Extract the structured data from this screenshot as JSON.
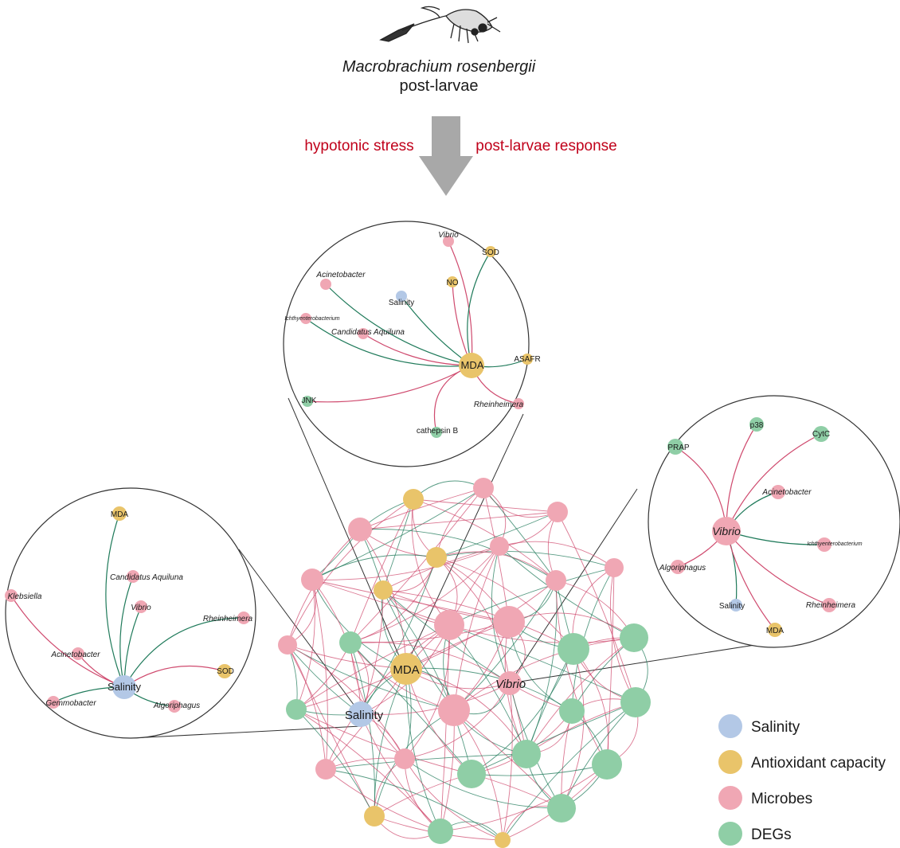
{
  "header": {
    "species": "Macrobrachium rosenbergii",
    "stage": "post-larvae",
    "stress_label": "hypotonic stress",
    "response_label": "post-larvae response",
    "label_color": "#c0001a",
    "arrow_color": "#a8a8a8"
  },
  "colors": {
    "salinity": "#b3c8e6",
    "antioxidant": "#e9c46a",
    "microbes": "#f0a7b4",
    "degs": "#8fcea6",
    "edge_positive": "#cf4a6e",
    "edge_negative": "#1f7a5a"
  },
  "legend": {
    "salinity": "Salinity",
    "antioxidant": "Antioxidant capacity",
    "microbes": "Microbes",
    "degs": "DEGs"
  },
  "main_network": {
    "labels": {
      "mda": "MDA",
      "vibrio": "Vibrio",
      "salinity": "Salinity"
    }
  },
  "insets": {
    "mda": {
      "hub": "MDA",
      "nodes": {
        "vibrio": "Vibrio",
        "sod": "SOD",
        "acinetobacter": "Acinetobacter",
        "no": "NO",
        "salinity": "Salinity",
        "ichthyenterobacterium": "Ichthyenterobacterium",
        "candidatus_aquiluna": "Candidatus Aquiluna",
        "asafr": "ASAFR",
        "jnk": "JNK",
        "rheinheimera": "Rheinheimera",
        "cathepsin_b": "cathepsin B"
      }
    },
    "vibrio": {
      "hub": "Vibrio",
      "nodes": {
        "p38": "p38",
        "cytc": "CytC",
        "prap": "PRAP",
        "acinetobacter": "Acinetobacter",
        "ichthyenterobacterium": "Ichthyenterobacterium",
        "algoriphagus": "Algoriphagus",
        "rheinheimera": "Rheinheimera",
        "salinity": "Salinity",
        "mda": "MDA"
      }
    },
    "salinity": {
      "hub": "Salinity",
      "nodes": {
        "mda": "MDA",
        "candidatus_aquiluna": "Candidatus Aquiluna",
        "klebsiella": "Klebsiella",
        "vibrio": "Vibrio",
        "rheinheimera": "Rheinheimera",
        "acinetobacter": "Acinetobacter",
        "sod": "SOD",
        "gemmobacter": "Gemmobacter",
        "algoriphagus": "Algoriphagus"
      }
    }
  }
}
